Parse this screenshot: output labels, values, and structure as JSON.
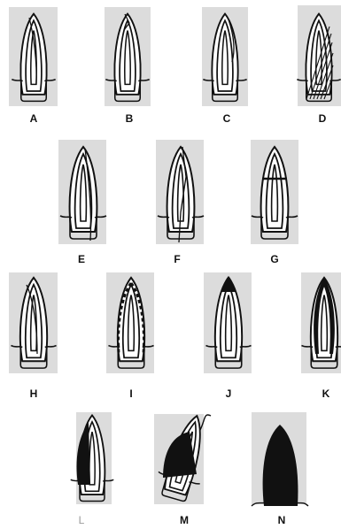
{
  "figure": {
    "panels": [
      {
        "id": "A",
        "label": "A",
        "fracture": "enamel craze line"
      },
      {
        "id": "B",
        "label": "B",
        "fracture": "enamel fracture"
      },
      {
        "id": "C",
        "label": "C",
        "fracture": "enamel-dentin fracture"
      },
      {
        "id": "D",
        "label": "D",
        "fracture": "oblique crown fracture"
      },
      {
        "id": "E",
        "label": "E",
        "fracture": "vertical crown fracture"
      },
      {
        "id": "F",
        "label": "F",
        "fracture": "vertical crown-root fracture"
      },
      {
        "id": "G",
        "label": "G",
        "fracture": "horizontal crown fracture"
      },
      {
        "id": "H",
        "label": "H",
        "fracture": "enamel-dentin wear"
      },
      {
        "id": "I",
        "label": "I",
        "fracture": "dentin exposure"
      },
      {
        "id": "J",
        "label": "J",
        "fracture": "tip wear"
      },
      {
        "id": "K",
        "label": "K",
        "fracture": "crown side wear"
      },
      {
        "id": "L",
        "label": "L",
        "fracture": "partial crown loss"
      },
      {
        "id": "M",
        "label": "M",
        "fracture": "displaced crown fragment"
      },
      {
        "id": "N",
        "label": "N",
        "fracture": "complete crown loss"
      }
    ],
    "colors": {
      "background": "#ffffff",
      "panel_bg": "#dcdcdc",
      "ink": "#111111",
      "label": "#111111",
      "label_light": "#9a9a9a"
    }
  }
}
